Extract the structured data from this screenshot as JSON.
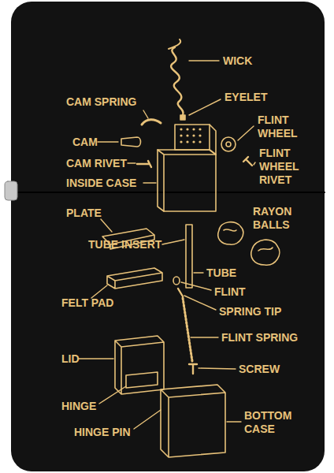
{
  "diagram": {
    "labels": [
      "WICK",
      "CAM SPRING",
      "EYELET",
      "FLINT WHEEL",
      "CAM",
      "FLINT WHEEL RIVET",
      "CAM RIVET",
      "INSIDE CASE",
      "PLATE",
      "RAYON BALLS",
      "TUBE INSERT",
      "TUBE",
      "FELT PAD",
      "FLINT",
      "SPRING TIP",
      "FLINT SPRING",
      "LID",
      "SCREW",
      "HINGE",
      "BOTTOM CASE",
      "HINGE PIN"
    ]
  }
}
